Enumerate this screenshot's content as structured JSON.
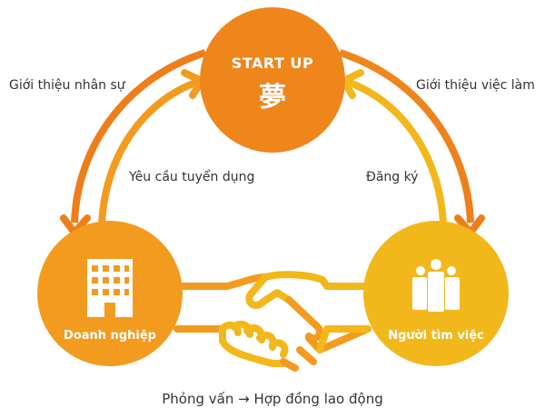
{
  "center": {
    "title": "START UP",
    "kanji": "夢"
  },
  "company": {
    "label": "Doanh nghiệp",
    "icon": "building-icon"
  },
  "jobseeker": {
    "label": "Người tìm việc",
    "icon": "people-icon"
  },
  "arrows": {
    "introduce_staff": "Giới thiệu nhân sự",
    "recruit_request": "Yêu cầu tuyển dụng",
    "introduce_job": "Giới thiệu việc làm",
    "register": "Đăng ký"
  },
  "bottom": "Phỏng vấn → Hợp đồng lao động",
  "colors": {
    "top": "#EF861C",
    "left": "#F29B1E",
    "right": "#F2B81B"
  }
}
